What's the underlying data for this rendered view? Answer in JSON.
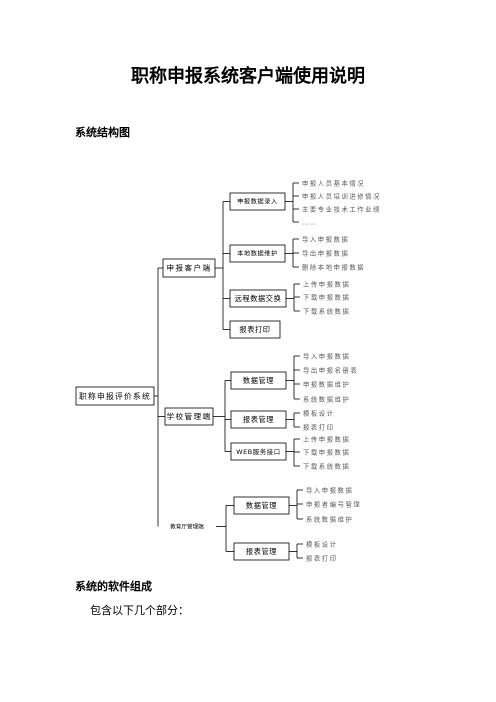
{
  "doc": {
    "title": "职称申报系统客户端使用说明",
    "section_structure": "系统结构图",
    "section_components": "系统的软件组成",
    "intro_text": "包含以下几个部分："
  },
  "diagram": {
    "root": "职称申报评价系统",
    "branches": [
      {
        "label": "申报客户端",
        "children": [
          {
            "label": "申报数据录入",
            "items": [
              "申报人员基本情况",
              "申报人员培训进修情况",
              "主要专业技术工作业绩",
              "……"
            ]
          },
          {
            "label": "本地数据维护",
            "items": [
              "导入申报数据",
              "导出申报数据",
              "删除本地申报数据"
            ]
          },
          {
            "label": "远程数据交换",
            "items": [
              "上传申报数据",
              "下载申报数据",
              "下载系统数据"
            ]
          },
          {
            "label": "报表打印",
            "items": []
          }
        ]
      },
      {
        "label": "学校管理端",
        "children": [
          {
            "label": "数据管理",
            "items": [
              "导入申报数据",
              "导出申报名册表",
              "申报数据维护",
              "系统数据维护"
            ]
          },
          {
            "label": "报表管理",
            "items": [
              "模板设计",
              "报表打印"
            ]
          },
          {
            "label": "WEB服务接口",
            "items": [
              "上传申报数据",
              "下载申报数据",
              "下载系统数据"
            ]
          }
        ]
      },
      {
        "label": "教育厅管理端",
        "children": [
          {
            "label": "数据管理",
            "items": [
              "导入申报数据",
              "申报者编号管理",
              "系统数据维护"
            ]
          },
          {
            "label": "报表管理",
            "items": [
              "模板设计",
              "报表打印"
            ]
          }
        ]
      }
    ]
  }
}
